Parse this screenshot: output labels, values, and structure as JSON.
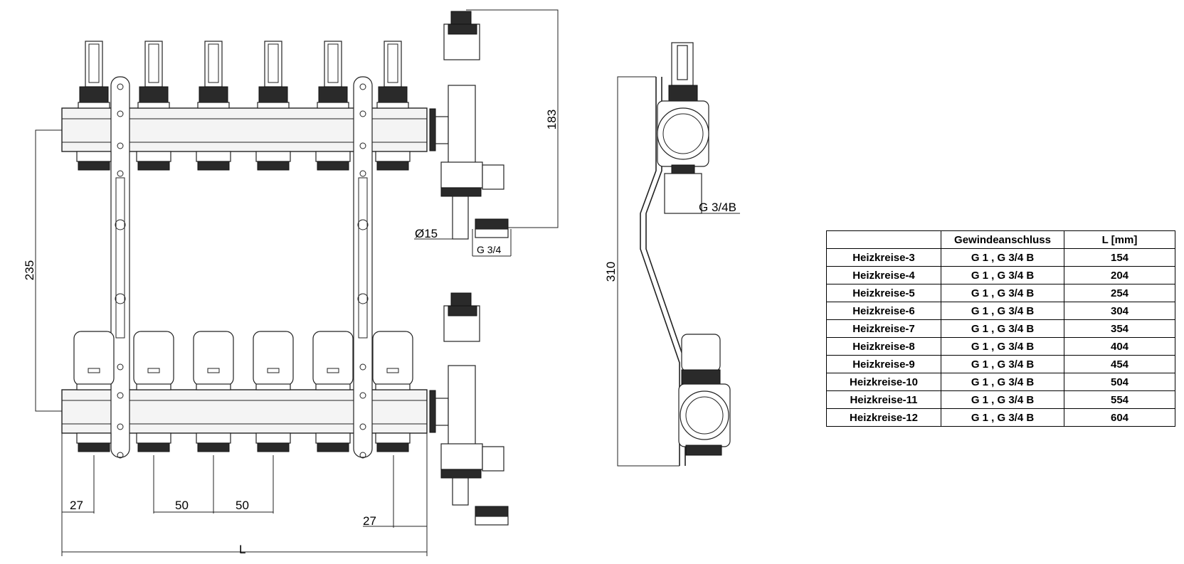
{
  "front_view": {
    "dims": {
      "height_between_bars": "235",
      "vent_height": "183",
      "drain_diameter": "Ø15",
      "drain_thread": "G 3/4",
      "outlet_offset_left": "27",
      "outlet_spacing_1": "50",
      "outlet_spacing_2": "50",
      "outlet_offset_right": "27",
      "total_length": "L"
    },
    "outlet_count": 6
  },
  "side_view": {
    "dims": {
      "total_height": "310",
      "thread": "G 3/4B"
    }
  },
  "spec_table": {
    "headers": [
      "",
      "Gewindeanschluss",
      "L [mm]"
    ],
    "rows": [
      [
        "Heizkreise-3",
        "G 1 , G 3/4 B",
        "154"
      ],
      [
        "Heizkreise-4",
        "G 1 , G 3/4 B",
        "204"
      ],
      [
        "Heizkreise-5",
        "G 1 , G 3/4 B",
        "254"
      ],
      [
        "Heizkreise-6",
        "G 1 , G 3/4 B",
        "304"
      ],
      [
        "Heizkreise-7",
        "G 1 , G 3/4 B",
        "354"
      ],
      [
        "Heizkreise-8",
        "G 1 , G 3/4 B",
        "404"
      ],
      [
        "Heizkreise-9",
        "G 1 , G 3/4 B",
        "454"
      ],
      [
        "Heizkreise-10",
        "G 1 , G 3/4 B",
        "504"
      ],
      [
        "Heizkreise-11",
        "G 1 , G 3/4 B",
        "554"
      ],
      [
        "Heizkreise-12",
        "G 1 , G 3/4 B",
        "604"
      ]
    ]
  }
}
